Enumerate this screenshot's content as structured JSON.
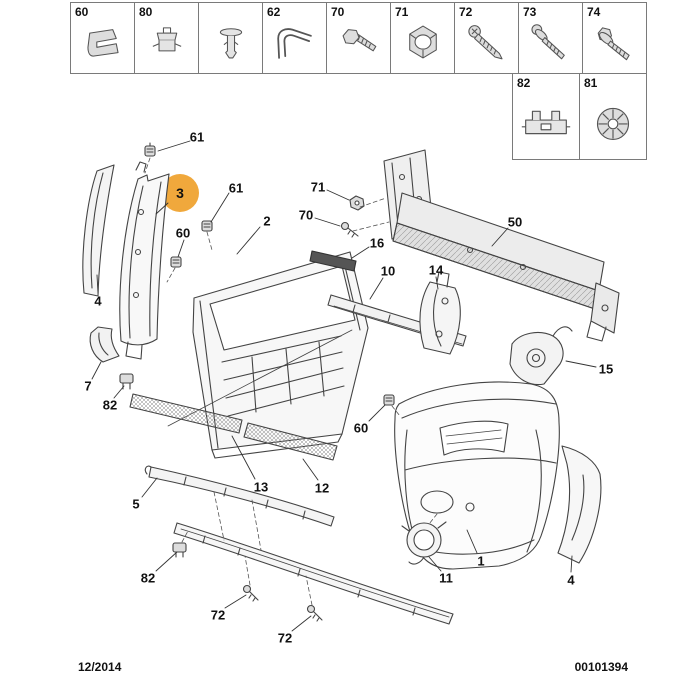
{
  "document": {
    "date": "12/2014",
    "number": "00101394"
  },
  "highlight_color": "#F0A83C",
  "hardware_grid": {
    "row1": [
      {
        "label": "60",
        "icon": "sheet-metal-clip"
      },
      {
        "label": "80",
        "icon": "plastic-clip"
      },
      {
        "label": "",
        "icon": "expansion-rivet"
      },
      {
        "label": "62",
        "icon": "u-rod-clip"
      },
      {
        "label": "70",
        "icon": "hex-bolt"
      },
      {
        "label": "71",
        "icon": "hex-nut"
      },
      {
        "label": "72",
        "icon": "self-tapping-screw"
      },
      {
        "label": "73",
        "icon": "screw-with-washer"
      },
      {
        "label": "74",
        "icon": "hex-flange-screw"
      }
    ],
    "row2": [
      {
        "label": "82",
        "icon": "retainer-plate"
      },
      {
        "label": "81",
        "icon": "star-lock-washer"
      }
    ]
  },
  "callouts": [
    {
      "label": "61"
    },
    {
      "label": "3",
      "highlighted": true
    },
    {
      "label": "61"
    },
    {
      "label": "60"
    },
    {
      "label": "2"
    },
    {
      "label": "71"
    },
    {
      "label": "70"
    },
    {
      "label": "16"
    },
    {
      "label": "10"
    },
    {
      "label": "14"
    },
    {
      "label": "50"
    },
    {
      "label": "4"
    },
    {
      "label": "7"
    },
    {
      "label": "82"
    },
    {
      "label": "15"
    },
    {
      "label": "60"
    },
    {
      "label": "13"
    },
    {
      "label": "12"
    },
    {
      "label": "5"
    },
    {
      "label": "1"
    },
    {
      "label": "11"
    },
    {
      "label": "4"
    },
    {
      "label": "82"
    },
    {
      "label": "72"
    },
    {
      "label": "72"
    }
  ]
}
